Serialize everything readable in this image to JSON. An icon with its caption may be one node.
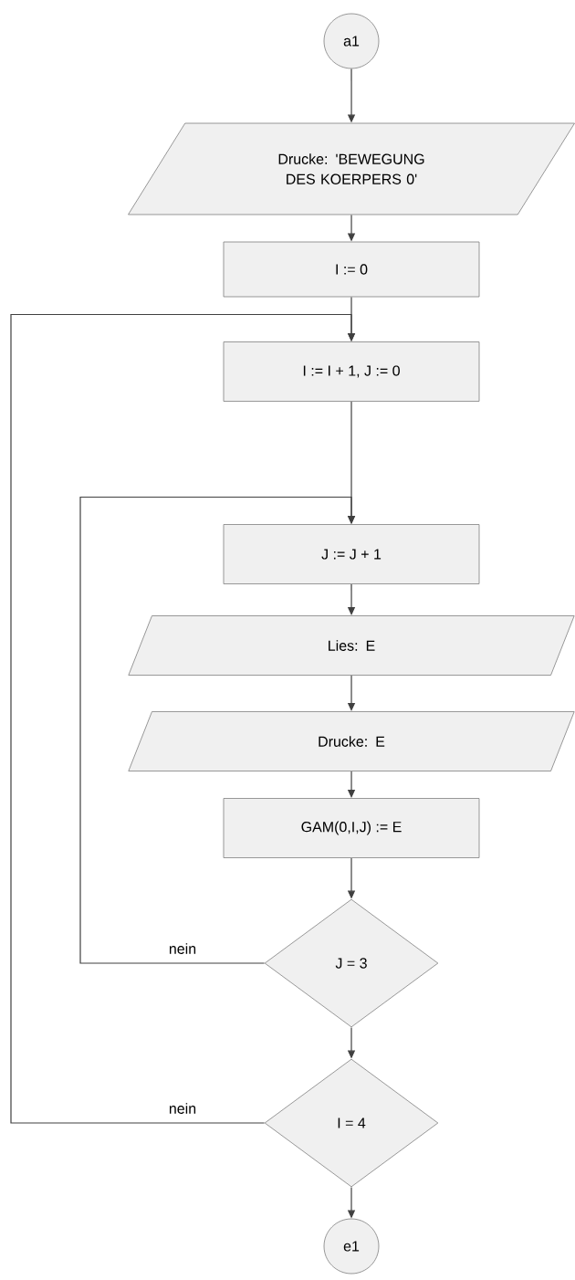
{
  "diagram": {
    "nodes": [
      {
        "text": [
          "a1"
        ]
      },
      {
        "text": [
          "Drucke: 'BEWEGUNG DES KOERPERS 0'"
        ]
      },
      {
        "text": [
          "I := 0"
        ]
      },
      {
        "text": [
          "I := I + 1, J := 0"
        ]
      },
      {
        "text": [
          "J := J + 1"
        ]
      },
      {
        "text": [
          "Lies: E"
        ]
      },
      {
        "text": [
          "Drucke: E"
        ]
      },
      {
        "text": [
          "GAM(0,I,J) := E"
        ]
      },
      {
        "text": [
          "J = 3"
        ]
      },
      {
        "text": [
          "I = 4"
        ]
      },
      {
        "text": [
          "e1"
        ]
      }
    ],
    "edges": [
      {
        "from": 0,
        "to": 1,
        "arrow": "to"
      },
      {
        "from": 1,
        "to": 2,
        "arrow": "to"
      },
      {
        "from": 2,
        "to": 3,
        "arrow": "to"
      },
      {
        "from": 3,
        "to": 4,
        "arrow": "to"
      },
      {
        "from": 4,
        "to": 5,
        "arrow": "to"
      },
      {
        "from": 5,
        "to": 6,
        "arrow": "to"
      },
      {
        "from": 6,
        "to": 7,
        "arrow": "to"
      },
      {
        "from": 7,
        "to": 8,
        "arrow": "to"
      },
      {
        "from": 8,
        "to": 4,
        "arrow": "to",
        "label": "nein"
      },
      {
        "from": 8,
        "to": 9,
        "arrow": "to"
      },
      {
        "from": 9,
        "to": 3,
        "arrow": "to",
        "label": "nein"
      },
      {
        "from": 9,
        "to": 10,
        "arrow": "to"
      }
    ]
  }
}
